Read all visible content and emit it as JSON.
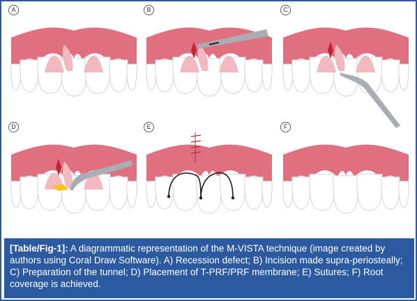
{
  "panels": [
    {
      "label": "A",
      "stage": "recession-defect"
    },
    {
      "label": "B",
      "stage": "incision"
    },
    {
      "label": "C",
      "stage": "tunnel-preparation"
    },
    {
      "label": "D",
      "stage": "membrane-placement"
    },
    {
      "label": "E",
      "stage": "sutures"
    },
    {
      "label": "F",
      "stage": "root-coverage"
    }
  ],
  "caption": {
    "ref": "[Table/Fig-1]:",
    "text": " A diagrammatic representation of the M-VISTA technique (image created by authors using Coral Draw Software). A) Recession defect; B) Incision made supra-periosteally; C) Preparation of the tunnel; D) Placement of T-PRF/PRF membrane; E) Sutures; F) Root coverage is achieved."
  },
  "colors": {
    "gum": "#e07080",
    "gum_light": "#f3b9c1",
    "tooth": "#ffffff",
    "tooth_outline": "#cfd3d8",
    "incision": "#c22435",
    "instrument": "#a9aeb4",
    "membrane": "#f5c518",
    "suture": "#1a1a1a",
    "frame": "#2c5aa0"
  }
}
